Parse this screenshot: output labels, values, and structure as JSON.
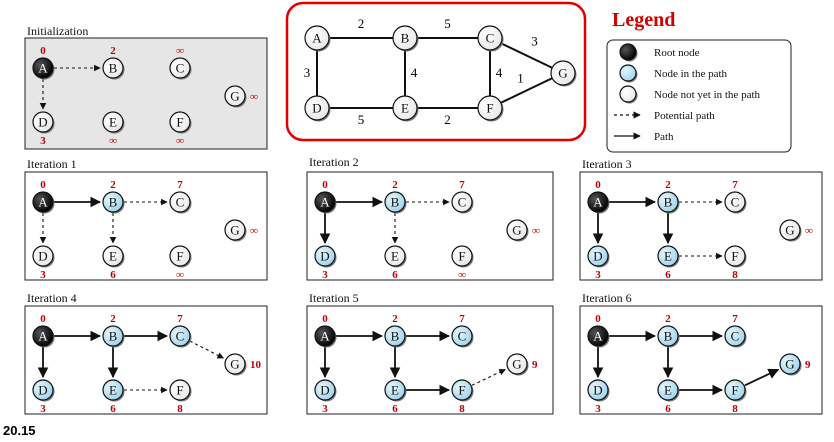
{
  "graph": {
    "nodes": [
      "A",
      "B",
      "C",
      "D",
      "E",
      "F",
      "G"
    ],
    "edges": [
      {
        "from": "A",
        "to": "B",
        "weight": "2"
      },
      {
        "from": "B",
        "to": "C",
        "weight": "5"
      },
      {
        "from": "C",
        "to": "G",
        "weight": "3"
      },
      {
        "from": "A",
        "to": "D",
        "weight": "3"
      },
      {
        "from": "B",
        "to": "E",
        "weight": "4"
      },
      {
        "from": "C",
        "to": "F",
        "weight": "4"
      },
      {
        "from": "F",
        "to": "G",
        "weight": "1"
      },
      {
        "from": "D",
        "to": "E",
        "weight": "5"
      },
      {
        "from": "E",
        "to": "F",
        "weight": "2"
      }
    ]
  },
  "legend": {
    "title": "Legend",
    "items": [
      {
        "label": "Root node",
        "symbol": "root-node"
      },
      {
        "label": "Node in the path",
        "symbol": "path-node"
      },
      {
        "label": "Node not yet in the path",
        "symbol": "open-node"
      },
      {
        "label": "Potential path",
        "symbol": "dashed-arrow"
      },
      {
        "label": "Path",
        "symbol": "solid-arrow"
      }
    ]
  },
  "stages": [
    {
      "title": "Initialization",
      "dist": {
        "A": "0",
        "B": "2",
        "C": "∞",
        "D": "3",
        "E": "∞",
        "F": "∞",
        "G": "∞"
      },
      "state": {
        "A": "root",
        "B": "open",
        "C": "open",
        "D": "open",
        "E": "open",
        "F": "open",
        "G": "open"
      },
      "arrows": [
        {
          "from": "A",
          "to": "B",
          "type": "dashed"
        },
        {
          "from": "A",
          "to": "D",
          "type": "dashed"
        }
      ]
    },
    {
      "title": "Iteration 1",
      "dist": {
        "A": "0",
        "B": "2",
        "C": "7",
        "D": "3",
        "E": "6",
        "F": "∞",
        "G": "∞"
      },
      "state": {
        "A": "root",
        "B": "path",
        "C": "open",
        "D": "open",
        "E": "open",
        "F": "open",
        "G": "open"
      },
      "arrows": [
        {
          "from": "A",
          "to": "B",
          "type": "solid"
        },
        {
          "from": "B",
          "to": "C",
          "type": "dashed"
        },
        {
          "from": "A",
          "to": "D",
          "type": "dashed"
        },
        {
          "from": "B",
          "to": "E",
          "type": "dashed"
        }
      ]
    },
    {
      "title": "Iteration 2",
      "dist": {
        "A": "0",
        "B": "2",
        "C": "7",
        "D": "3",
        "E": "6",
        "F": "∞",
        "G": "∞"
      },
      "state": {
        "A": "root",
        "B": "path",
        "C": "open",
        "D": "path",
        "E": "open",
        "F": "open",
        "G": "open"
      },
      "arrows": [
        {
          "from": "A",
          "to": "B",
          "type": "solid"
        },
        {
          "from": "B",
          "to": "C",
          "type": "dashed"
        },
        {
          "from": "A",
          "to": "D",
          "type": "solid"
        },
        {
          "from": "B",
          "to": "E",
          "type": "dashed"
        }
      ]
    },
    {
      "title": "Iteration 3",
      "dist": {
        "A": "0",
        "B": "2",
        "C": "7",
        "D": "3",
        "E": "6",
        "F": "8",
        "G": "∞"
      },
      "state": {
        "A": "root",
        "B": "path",
        "C": "open",
        "D": "path",
        "E": "path",
        "F": "open",
        "G": "open"
      },
      "arrows": [
        {
          "from": "A",
          "to": "B",
          "type": "solid"
        },
        {
          "from": "B",
          "to": "C",
          "type": "dashed"
        },
        {
          "from": "A",
          "to": "D",
          "type": "solid"
        },
        {
          "from": "B",
          "to": "E",
          "type": "solid"
        },
        {
          "from": "E",
          "to": "F",
          "type": "dashed"
        }
      ]
    },
    {
      "title": "Iteration 4",
      "dist": {
        "A": "0",
        "B": "2",
        "C": "7",
        "D": "3",
        "E": "6",
        "F": "8",
        "G": "10"
      },
      "state": {
        "A": "root",
        "B": "path",
        "C": "path",
        "D": "path",
        "E": "path",
        "F": "open",
        "G": "open"
      },
      "arrows": [
        {
          "from": "A",
          "to": "B",
          "type": "solid"
        },
        {
          "from": "B",
          "to": "C",
          "type": "solid"
        },
        {
          "from": "A",
          "to": "D",
          "type": "solid"
        },
        {
          "from": "B",
          "to": "E",
          "type": "solid"
        },
        {
          "from": "E",
          "to": "F",
          "type": "dashed"
        },
        {
          "from": "C",
          "to": "G",
          "type": "dashed"
        }
      ]
    },
    {
      "title": "Iteration 5",
      "dist": {
        "A": "0",
        "B": "2",
        "C": "7",
        "D": "3",
        "E": "6",
        "F": "8",
        "G": "9"
      },
      "state": {
        "A": "root",
        "B": "path",
        "C": "path",
        "D": "path",
        "E": "path",
        "F": "path",
        "G": "open"
      },
      "arrows": [
        {
          "from": "A",
          "to": "B",
          "type": "solid"
        },
        {
          "from": "B",
          "to": "C",
          "type": "solid"
        },
        {
          "from": "A",
          "to": "D",
          "type": "solid"
        },
        {
          "from": "B",
          "to": "E",
          "type": "solid"
        },
        {
          "from": "E",
          "to": "F",
          "type": "solid"
        },
        {
          "from": "F",
          "to": "G",
          "type": "dashed"
        }
      ]
    },
    {
      "title": "Iteration 6",
      "dist": {
        "A": "0",
        "B": "2",
        "C": "7",
        "D": "3",
        "E": "6",
        "F": "8",
        "G": "9"
      },
      "state": {
        "A": "root",
        "B": "path",
        "C": "path",
        "D": "path",
        "E": "path",
        "F": "path",
        "G": "path"
      },
      "arrows": [
        {
          "from": "A",
          "to": "B",
          "type": "solid"
        },
        {
          "from": "B",
          "to": "C",
          "type": "solid"
        },
        {
          "from": "A",
          "to": "D",
          "type": "solid"
        },
        {
          "from": "B",
          "to": "E",
          "type": "solid"
        },
        {
          "from": "E",
          "to": "F",
          "type": "solid"
        },
        {
          "from": "F",
          "to": "G",
          "type": "solid"
        }
      ]
    }
  ],
  "figure_label": "20.15",
  "colors": {
    "root": "#111111",
    "path": "#bfe3f2",
    "open": "#ffffff",
    "legend_border": "#e00000",
    "legend_title": "#d40000",
    "dist": "#c00000",
    "init_bg": "#e6e6e6"
  }
}
